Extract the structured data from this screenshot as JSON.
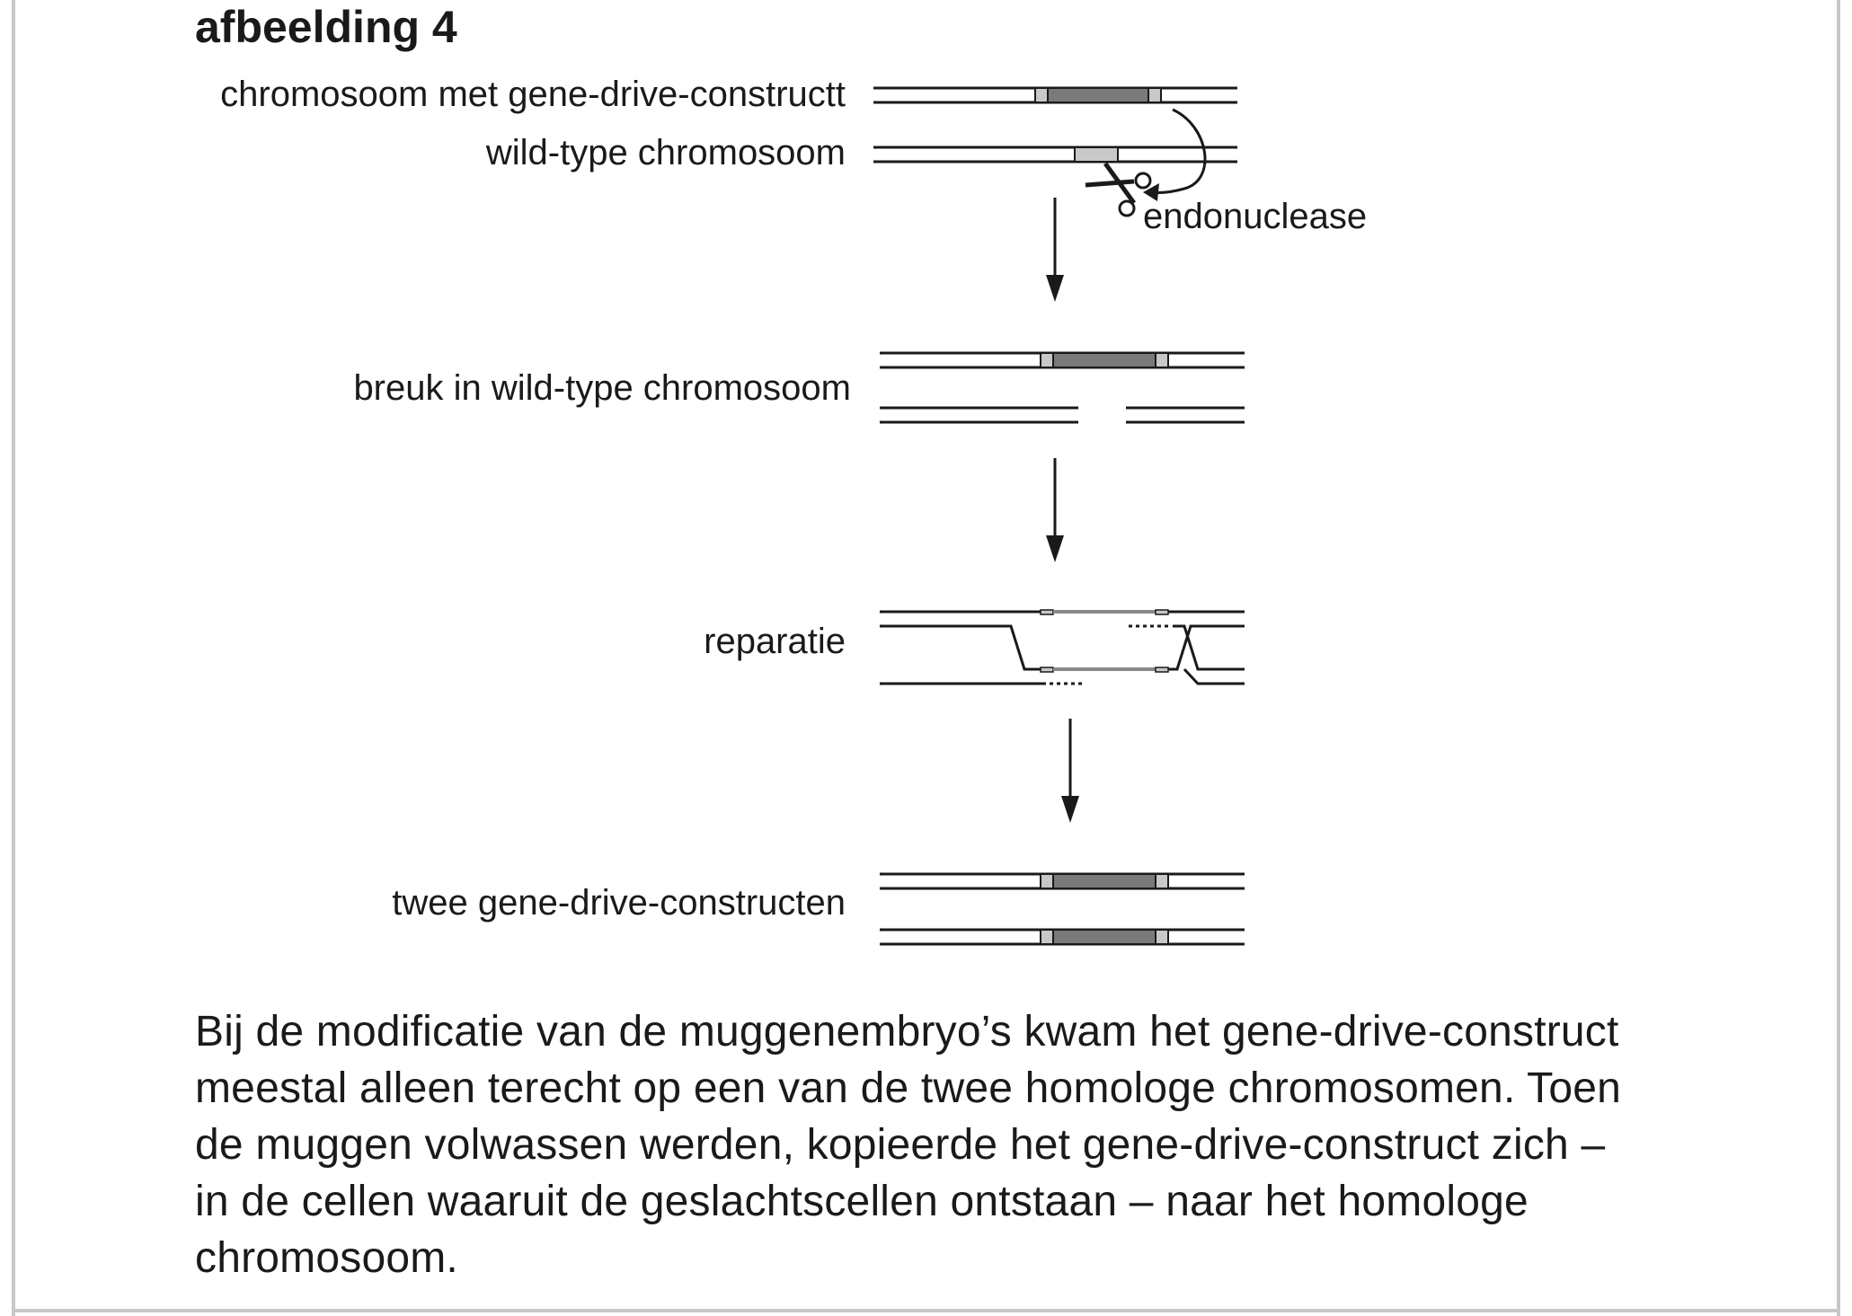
{
  "title": "afbeelding 4",
  "labels": {
    "chromosome_with_construct": "chromosoom met gene-drive-constructt",
    "wild_type_chromosome": "wild-type chromosoom",
    "endonuclease": "endonuclease",
    "break": "breuk in wild-type chromosoom",
    "repair": "reparatie",
    "two_constructs": "twee gene-drive-constructen"
  },
  "caption": {
    "lines": [
      "Bij de modificatie van de muggenembryo’s kwam het gene-drive-construct",
      "meestal alleen terecht op een van de twee homologe chromosomen. Toen",
      "de muggen volwassen werden, kopieerde het gene-drive-construct zich –",
      "in de cellen waaruit de geslachtscellen ontstaan – naar het homologe",
      "chromosoom."
    ]
  },
  "colors": {
    "line": "#1a1a1a",
    "construct_fill": "#7a7a7a",
    "flank_fill": "#c8c8c8",
    "frame": "#c8c8c8"
  }
}
